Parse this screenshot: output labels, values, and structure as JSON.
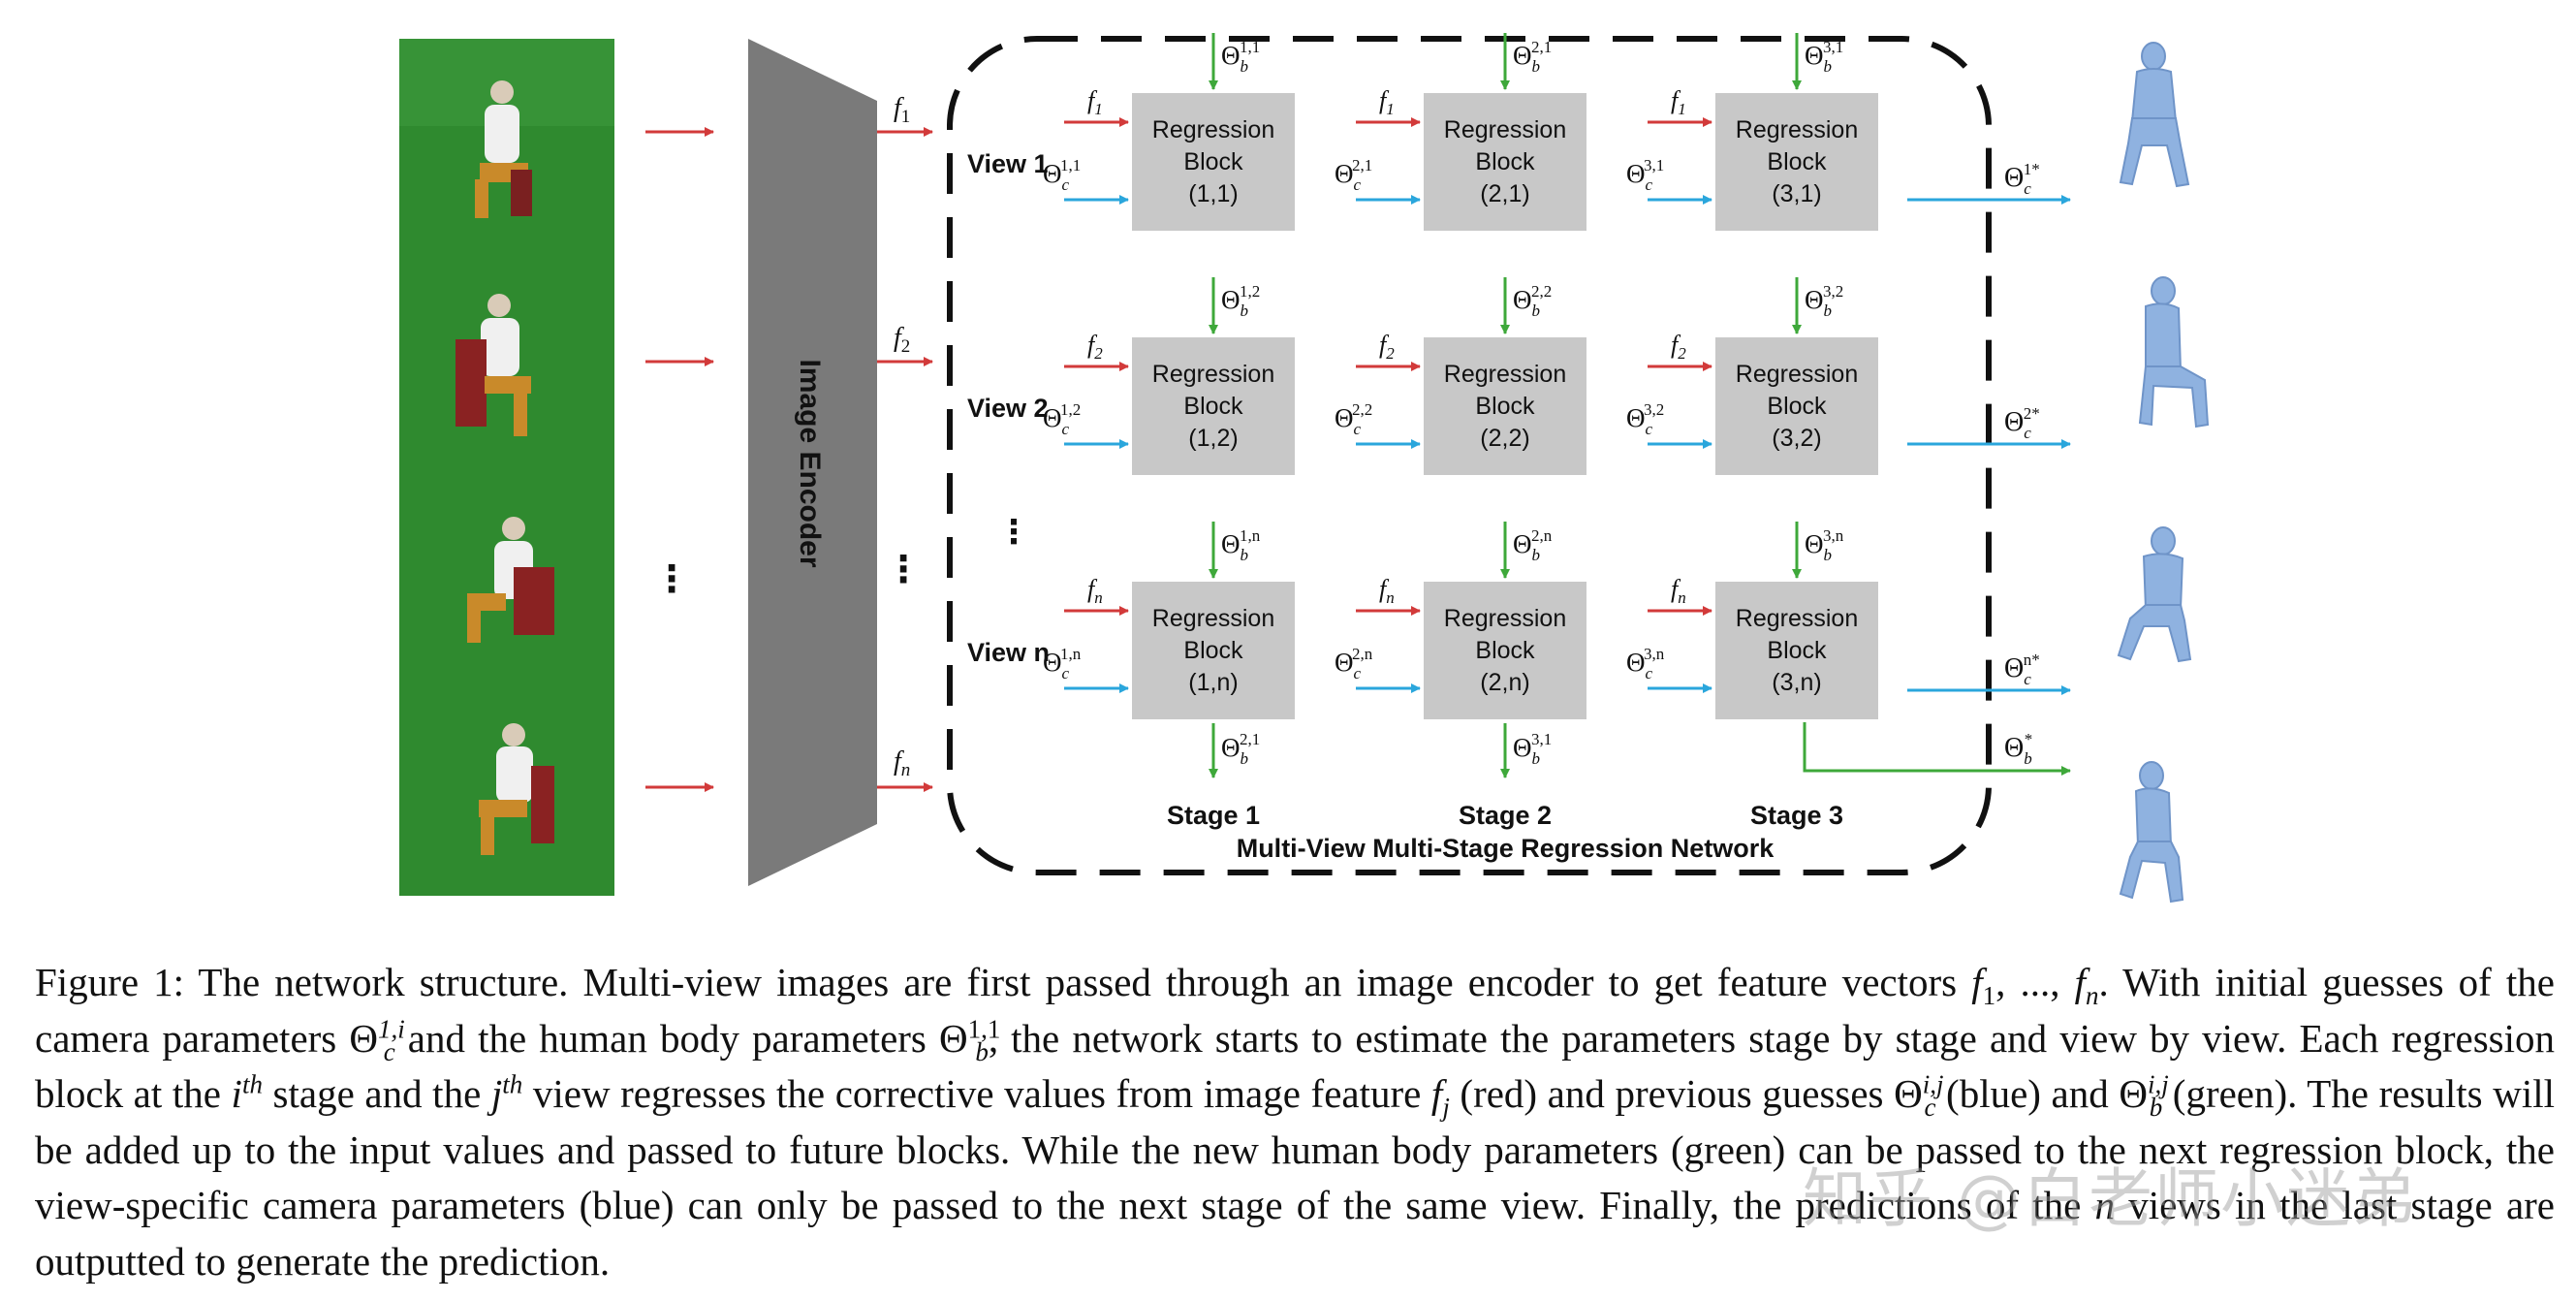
{
  "encoder_label": "Image Encoder",
  "ellipsis": "⋮",
  "features": [
    "f1",
    "f2",
    "fn"
  ],
  "views": [
    "View 1",
    "View 2",
    "View n"
  ],
  "block_title": "Regression",
  "block_title2": "Block",
  "block_indices": [
    [
      "(1,1)",
      "(2,1)",
      "(3,1)"
    ],
    [
      "(1,2)",
      "(2,2)",
      "(3,2)"
    ],
    [
      "(1,n)",
      "(2,n)",
      "(3,n)"
    ]
  ],
  "stages": [
    "Stage 1",
    "Stage 2",
    "Stage 3"
  ],
  "network_title": "Multi-View Multi-Stage Regression Network",
  "camera_superscripts": [
    [
      "1,1",
      "2,1",
      "3,1"
    ],
    [
      "1,2",
      "2,2",
      "3,2"
    ],
    [
      "1,n",
      "2,n",
      "3,n"
    ]
  ],
  "body_superscripts": [
    [
      "1,1",
      "2,1",
      "3,1"
    ],
    [
      "1,2",
      "2,2",
      "3,2"
    ],
    [
      "1,n",
      "2,n",
      "3,n"
    ],
    [
      "2,1",
      "3,1"
    ]
  ],
  "camera_outputs": [
    "1*",
    "2*",
    "n*"
  ],
  "body_output": "*",
  "colors": {
    "red_arrow": "#d23a3a",
    "blue_arrow": "#2aa6dc",
    "green_arrow": "#3ea83a",
    "block_fill": "#c8c8c8",
    "encoder_fill": "#7a7a7a",
    "photo_green": "#2f8a2f",
    "mesh_fill": "#8fb2e0"
  },
  "caption": {
    "p1": "Figure 1: The network structure. Multi-view images are first passed through an image encoder to get feature vectors ",
    "p1_math": "f",
    "p1_sub1": "1",
    "p1_mid": ", ..., ",
    "p1_math2": "f",
    "p1_sub2": "n",
    "p1_end": ". With initial guesses of the camera parameters ",
    "theta_c": "Θ",
    "c_sub": "c",
    "c_sup": "1,i",
    "p2": " and the human body parameters ",
    "b_sub": "b",
    "b_sup": "1,1",
    "p3": ", the network starts to estimate the parameters stage by stage and view by view. Each regression block at the ",
    "i_th": "i",
    "th": "th",
    "p4": " stage and the ",
    "j_th": "j",
    "p5": " view regresses the corrective values from image feature ",
    "fj": "f",
    "fj_sub": "j",
    "p6": " (red) and previous guesses ",
    "ij_sup": "i,j",
    "p7": " (blue) and ",
    "p8": " (green). The results will be added up to the input values and passed to future blocks. While the new human body parameters (green) can be passed to the next regression block, the view-specific camera parameters (blue) can only be passed to the next stage of the same view. Finally, the predictions of the ",
    "n": "n",
    "p9": " views in the last stage are outputted to generate the prediction."
  },
  "watermark": "知乎 @白老师小迷弟"
}
